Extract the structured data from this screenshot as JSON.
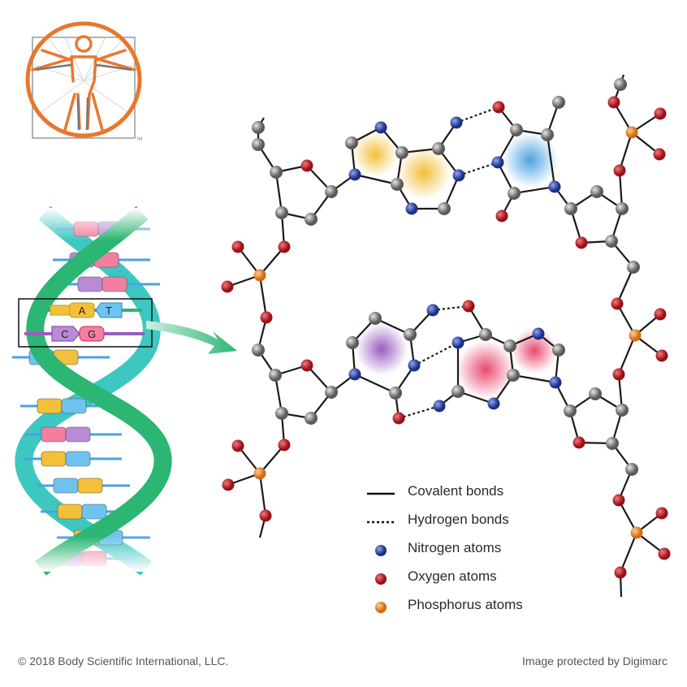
{
  "logo": {
    "trademark": "TM",
    "name": "vitruvian-logo"
  },
  "helix": {
    "zoom_pairs": [
      {
        "left": "A",
        "right": "T"
      },
      {
        "left": "C",
        "right": "G"
      }
    ]
  },
  "colors": {
    "carbon": "#8a8a8a",
    "nitrogen": "#2f4fbf",
    "oxygen": "#d0202a",
    "phosphorus": "#f28c28",
    "adenine": "#f2c03a",
    "thymine": "#4aa3e0",
    "cytosine": "#9a5cc0",
    "guanine": "#e84a6f",
    "helix_green": "#2bb673",
    "helix_teal": "#3cc8c0",
    "logo_orange": "#e8772e"
  },
  "legend": [
    {
      "kind": "covalent",
      "label": "Covalent bonds"
    },
    {
      "kind": "hydrogen",
      "label": "Hydrogen bonds"
    },
    {
      "kind": "nitrogen",
      "label": "Nitrogen atoms"
    },
    {
      "kind": "oxygen",
      "label": "Oxygen atoms"
    },
    {
      "kind": "phosphorus",
      "label": "Phosphorus atoms"
    }
  ],
  "footer": {
    "copyright": "© 2018 Body Scientific International, LLC.",
    "protection": "Image protected by Digimarc"
  }
}
